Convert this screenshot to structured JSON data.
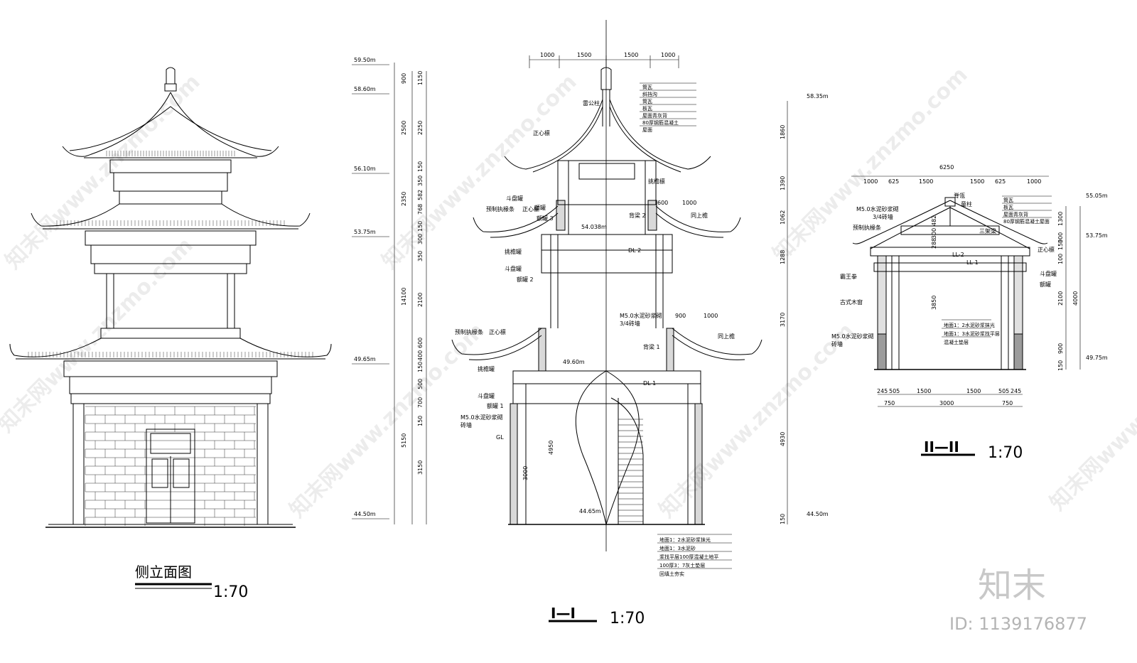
{
  "side_elevation": {
    "title": "侧立面图",
    "scale": "1:70"
  },
  "section_1": {
    "title": "I—I",
    "scale": "1:70",
    "top_dims": [
      "1000",
      "1500",
      "1500",
      "1000"
    ],
    "left_levels": [
      "59.50m",
      "58.60m",
      "56.10m",
      "53.75m",
      "49.65m",
      "44.50m"
    ],
    "vertical_dims_outer": [
      "900",
      "2500",
      "2350",
      "14100",
      "5150"
    ],
    "vertical_dims_inner": [
      "1150",
      "2250",
      "150",
      "350",
      "582",
      "768",
      "150",
      "300",
      "350",
      "2100",
      "600",
      "400",
      "150",
      "500",
      "700",
      "150",
      "3150"
    ],
    "inner_levels": [
      "54.038m",
      "49.60m",
      "44.65m"
    ],
    "inner_dims": [
      "4950",
      "3000",
      "600",
      "1000",
      "900",
      "1000"
    ],
    "labels": {
      "pole": "雷公柱",
      "zhengxin_upper": "正心檩",
      "tiaoyan_upper": "挑檐檩",
      "dudie_upper": "斗盘罐",
      "e_upper": "额罐",
      "precast": "预制执椽条",
      "zhengxin_mid": "正心檩",
      "e3": "额罐 3",
      "tiaoyan_mid": "挑檐罐",
      "dudie_mid": "斗盘罐",
      "e2": "额罐 2",
      "beam2": "背梁 2",
      "tongshang2": "同上檐",
      "dl2": "DL 2",
      "precast2": "预制执椽条",
      "zhengxin_low": "正心檩",
      "mortar_wall": "M5.0水泥砂浆砌",
      "wall_sub": "3/4砖墙",
      "tongshang1": "同上檐",
      "beam1": "背梁 1",
      "dl1": "DL 1",
      "tiaoyan_low": "挑檐罐",
      "dudie_low": "斗盘罐",
      "e1": "额罐 1",
      "mortar_brick": "M5.0水泥砂浆砌",
      "brick_wall": "砖墙",
      "gl": "GL"
    },
    "roof_notes": [
      "筒瓦",
      "斜挡沟",
      "筒瓦",
      "板瓦",
      "屋面青灰背",
      "80厚钢筋混凝土",
      "屋面"
    ],
    "floor_notes": [
      "地面1：2水泥砂浆抹光",
      "地面1：3水泥砂",
      "浆找平层100厚混凝土地平",
      "100厚3：7灰土垫层",
      "回填土夯实"
    ]
  },
  "section_2": {
    "title": "II—II",
    "scale": "1:70",
    "top_dims": [
      "6250",
      "1000",
      "625",
      "1500",
      "1500",
      "625",
      "1000"
    ],
    "bottom_dims": [
      "245",
      "505",
      "1500",
      "1500",
      "505",
      "245",
      "750",
      "3000",
      "750"
    ],
    "left_level_top": "58.35m",
    "left_level_bottom": "44.50m",
    "left_vertical_dims": [
      "1860",
      "1390",
      "1062",
      "1288",
      "3170",
      "4930",
      "150"
    ],
    "right_levels": [
      "55.05m",
      "53.75m",
      "49.75m"
    ],
    "right_dims": [
      "1300",
      "300",
      "150",
      "100",
      "2100",
      "4000",
      "900",
      "150"
    ],
    "inner_dims": [
      "482",
      "300",
      "288",
      "3850"
    ],
    "labels": {
      "ridge": "脊瓴",
      "tongzhu": "童柱",
      "mortar": "M5.0水泥砂浆砌",
      "mortar_sub": "3/4砖墙",
      "precast": "预制执椽条",
      "sanjialiang": "三架梁",
      "ll2": "LL-2",
      "ll1": "LL-1",
      "bawangquan": "霸王拳",
      "ancient_window": "古式木窗",
      "mortar_low": "M5.0水泥砂浆砌",
      "mortar_low_sub": "砖墙",
      "zhengxin": "正心檩",
      "dudie": "斗盘罐",
      "e": "额罐"
    },
    "roof_notes": [
      "筒瓦",
      "板瓦",
      "屋面青灰背",
      "80厚钢筋混凝土屋面"
    ],
    "floor_notes": [
      "地面1：2水泥砂浆抹光",
      "地面1：3水泥砂浆找平层",
      "混凝土垫层"
    ]
  },
  "brand": {
    "logo": "知末",
    "id": "ID: 1139176877",
    "watermark": "知末网www.znzmo.com"
  }
}
